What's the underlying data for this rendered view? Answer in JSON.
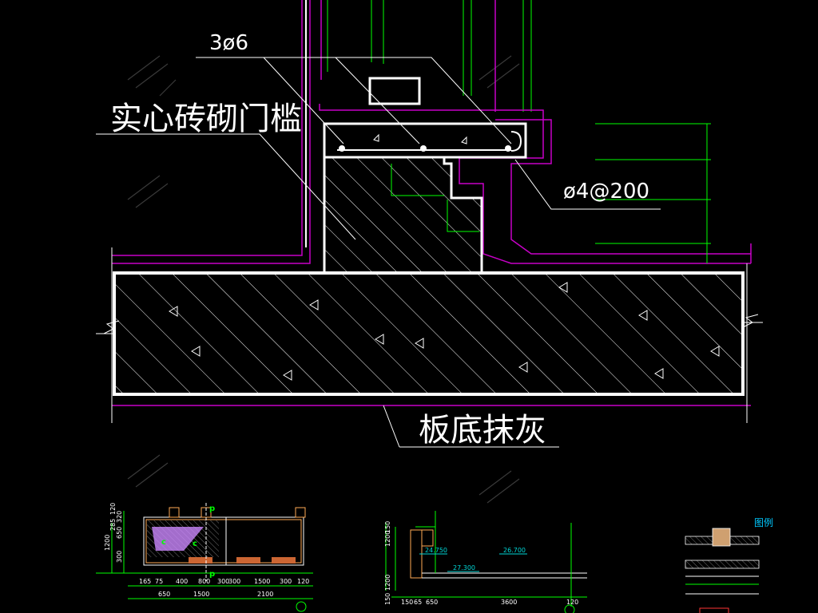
{
  "labels": {
    "rebar_top": "3ø6",
    "threshold": "实心砖砌门槛",
    "stirrup": "ø4@200",
    "ceiling": "板底抹灰"
  },
  "small_plan": {
    "dims_vertical": [
      "1200",
      "650",
      "300",
      "320",
      "285",
      "120"
    ],
    "dims_row1": [
      "165",
      "75",
      "400",
      "800",
      "300",
      "300",
      "1500",
      "300",
      "120"
    ],
    "dims_row2": [
      "650",
      "1500",
      "2100"
    ],
    "section_marks": [
      "p",
      "c",
      "c",
      "p"
    ]
  },
  "small_section": {
    "dims_vertical": [
      "1200",
      "150",
      "1200",
      "150"
    ],
    "elevations": [
      "24.750",
      "26.700",
      "27.300"
    ],
    "dims_bottom": [
      "150",
      "65",
      "650",
      "3600",
      "120"
    ]
  },
  "legend": {
    "title": "图例"
  },
  "colors": {
    "wall": "#ffffff",
    "waterproof": "#c800c8",
    "dimension": "#00ff00",
    "elevation": "#00d7d7"
  }
}
